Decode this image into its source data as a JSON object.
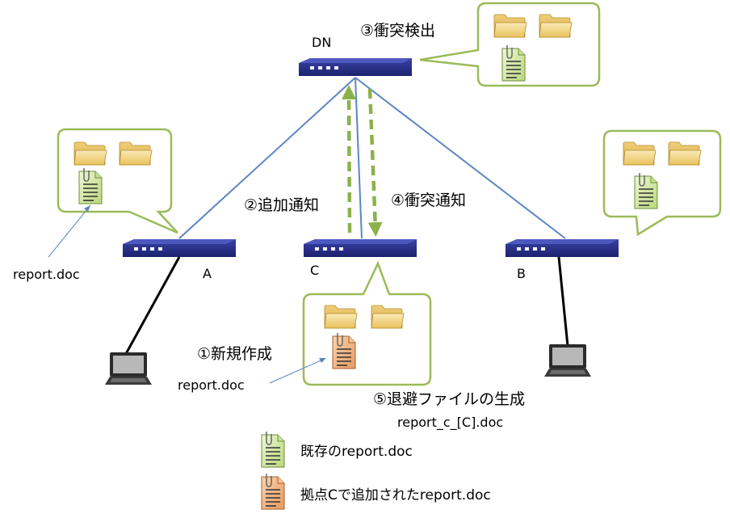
{
  "nodes": {
    "dn": {
      "label": "DN"
    },
    "a": {
      "label": "A"
    },
    "c": {
      "label": "C"
    },
    "b": {
      "label": "B"
    }
  },
  "steps": {
    "create": "①新規作成",
    "add_notify": "②追加通知",
    "conflict_detect": "③衝突検出",
    "conflict_notify": "④衝突通知",
    "evacuate": "⑤退避ファイルの生成"
  },
  "files": {
    "report_a": "report.doc",
    "report_c": "report.doc",
    "evacuated": "report_c_[C].doc"
  },
  "legend": {
    "existing": "既存のreport.doc",
    "added": "拠点Cで追加されたreport.doc"
  },
  "icons": {
    "router": "router-icon",
    "laptop": "laptop-icon",
    "folder": "folder-icon",
    "document": "document-icon"
  },
  "colors": {
    "router_fill": "#232b86",
    "link_line": "#5b86c3",
    "notify_arrow": "#8db14a",
    "bubble_border": "#9bbb59",
    "doc_existing": "#d7e9a8",
    "doc_added": "#f4b27e",
    "folder": "#f5d98a"
  }
}
